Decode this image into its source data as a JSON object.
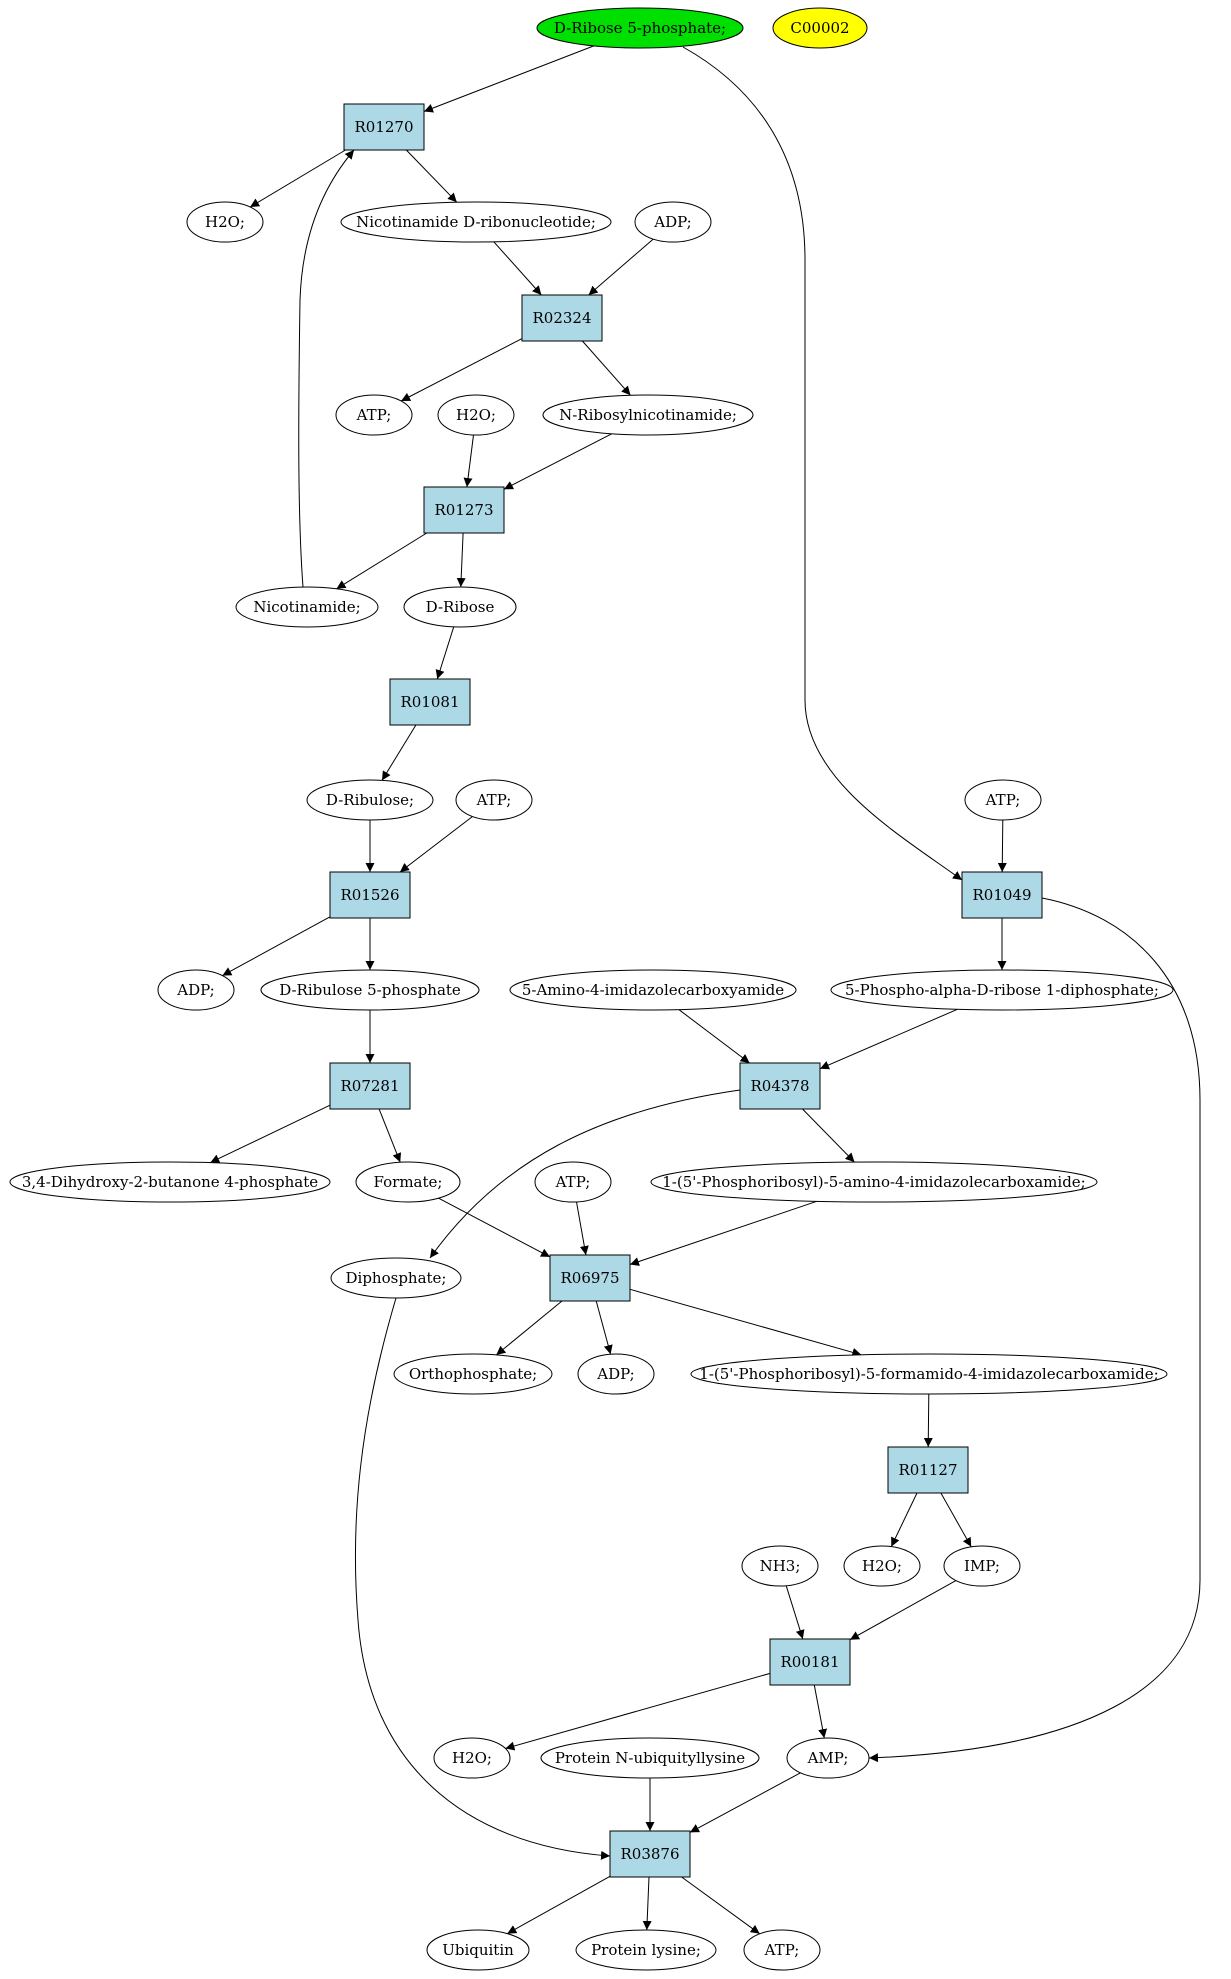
{
  "colors": {
    "compound": "#ffffff",
    "reaction": "#add8e6",
    "start": "#00e000",
    "highlight": "#ffff00"
  },
  "diagram": {
    "nodes": [
      {
        "id": "c_r5p",
        "label": "D-Ribose 5-phosphate;",
        "kind": "compound",
        "fill": "start"
      },
      {
        "id": "c_c00002",
        "label": "C00002",
        "kind": "compound",
        "fill": "highlight"
      },
      {
        "id": "r01270",
        "label": "R01270",
        "kind": "reaction"
      },
      {
        "id": "c_h2o_1",
        "label": "H2O;",
        "kind": "compound"
      },
      {
        "id": "c_nmn",
        "label": "Nicotinamide D-ribonucleotide;",
        "kind": "compound"
      },
      {
        "id": "c_adp_1",
        "label": "ADP;",
        "kind": "compound"
      },
      {
        "id": "r02324",
        "label": "R02324",
        "kind": "reaction"
      },
      {
        "id": "c_atp_1",
        "label": "ATP;",
        "kind": "compound"
      },
      {
        "id": "c_h2o_2",
        "label": "H2O;",
        "kind": "compound"
      },
      {
        "id": "c_nrn",
        "label": "N-Ribosylnicotinamide;",
        "kind": "compound"
      },
      {
        "id": "r01273",
        "label": "R01273",
        "kind": "reaction"
      },
      {
        "id": "c_nam",
        "label": "Nicotinamide;",
        "kind": "compound"
      },
      {
        "id": "c_drib",
        "label": "D-Ribose",
        "kind": "compound"
      },
      {
        "id": "r01081",
        "label": "R01081",
        "kind": "reaction"
      },
      {
        "id": "c_dribulose",
        "label": "D-Ribulose;",
        "kind": "compound"
      },
      {
        "id": "c_atp_2",
        "label": "ATP;",
        "kind": "compound"
      },
      {
        "id": "c_atp_3",
        "label": "ATP;",
        "kind": "compound"
      },
      {
        "id": "r01526",
        "label": "R01526",
        "kind": "reaction"
      },
      {
        "id": "r01049",
        "label": "R01049",
        "kind": "reaction"
      },
      {
        "id": "c_adp_2",
        "label": "ADP;",
        "kind": "compound"
      },
      {
        "id": "c_ru5p",
        "label": "D-Ribulose 5-phosphate",
        "kind": "compound"
      },
      {
        "id": "c_aica",
        "label": "5-Amino-4-imidazolecarboxyamide",
        "kind": "compound"
      },
      {
        "id": "c_prpp",
        "label": "5-Phospho-alpha-D-ribose 1-diphosphate;",
        "kind": "compound"
      },
      {
        "id": "r07281",
        "label": "R07281",
        "kind": "reaction"
      },
      {
        "id": "r04378",
        "label": "R04378",
        "kind": "reaction"
      },
      {
        "id": "c_dhbp",
        "label": "3,4-Dihydroxy-2-butanone 4-phosphate",
        "kind": "compound"
      },
      {
        "id": "c_formate",
        "label": "Formate;",
        "kind": "compound"
      },
      {
        "id": "c_atp_4",
        "label": "ATP;",
        "kind": "compound"
      },
      {
        "id": "c_aicar",
        "label": "1-(5'-Phosphoribosyl)-5-amino-4-imidazolecarboxamide;",
        "kind": "compound"
      },
      {
        "id": "c_ppi",
        "label": "Diphosphate;",
        "kind": "compound"
      },
      {
        "id": "r06975",
        "label": "R06975",
        "kind": "reaction"
      },
      {
        "id": "c_pi",
        "label": "Orthophosphate;",
        "kind": "compound"
      },
      {
        "id": "c_adp_3",
        "label": "ADP;",
        "kind": "compound"
      },
      {
        "id": "c_faicar",
        "label": "1-(5'-Phosphoribosyl)-5-formamido-4-imidazolecarboxamide;",
        "kind": "compound"
      },
      {
        "id": "r01127",
        "label": "R01127",
        "kind": "reaction"
      },
      {
        "id": "c_nh3",
        "label": "NH3;",
        "kind": "compound"
      },
      {
        "id": "c_h2o_3",
        "label": "H2O;",
        "kind": "compound"
      },
      {
        "id": "c_imp",
        "label": "IMP;",
        "kind": "compound"
      },
      {
        "id": "r00181",
        "label": "R00181",
        "kind": "reaction"
      },
      {
        "id": "c_h2o_4",
        "label": "H2O;",
        "kind": "compound"
      },
      {
        "id": "c_pnul",
        "label": "Protein N-ubiquityllysine",
        "kind": "compound"
      },
      {
        "id": "c_amp",
        "label": "AMP;",
        "kind": "compound"
      },
      {
        "id": "r03876",
        "label": "R03876",
        "kind": "reaction"
      },
      {
        "id": "c_ub",
        "label": "Ubiquitin",
        "kind": "compound"
      },
      {
        "id": "c_plys",
        "label": "Protein lysine;",
        "kind": "compound"
      },
      {
        "id": "c_atp_5",
        "label": "ATP;",
        "kind": "compound"
      }
    ],
    "edges": [
      [
        "c_r5p",
        "r01270"
      ],
      [
        "r01270",
        "c_h2o_1"
      ],
      [
        "r01270",
        "c_nmn"
      ],
      [
        "c_nmn",
        "r02324"
      ],
      [
        "c_adp_1",
        "r02324"
      ],
      [
        "r02324",
        "c_atp_1"
      ],
      [
        "r02324",
        "c_nrn"
      ],
      [
        "c_h2o_2",
        "r01273"
      ],
      [
        "c_nrn",
        "r01273"
      ],
      [
        "r01273",
        "c_nam"
      ],
      [
        "r01273",
        "c_drib"
      ],
      [
        "c_nam",
        "r01270"
      ],
      [
        "c_drib",
        "r01081"
      ],
      [
        "r01081",
        "c_dribulose"
      ],
      [
        "c_dribulose",
        "r01526"
      ],
      [
        "c_atp_2",
        "r01526"
      ],
      [
        "r01526",
        "c_adp_2"
      ],
      [
        "r01526",
        "c_ru5p"
      ],
      [
        "c_r5p",
        "r01049"
      ],
      [
        "c_atp_3",
        "r01049"
      ],
      [
        "r01049",
        "c_prpp"
      ],
      [
        "r01049",
        "c_amp"
      ],
      [
        "c_ru5p",
        "r07281"
      ],
      [
        "r07281",
        "c_dhbp"
      ],
      [
        "r07281",
        "c_formate"
      ],
      [
        "c_aica",
        "r04378"
      ],
      [
        "c_prpp",
        "r04378"
      ],
      [
        "r04378",
        "c_aicar"
      ],
      [
        "r04378",
        "c_ppi"
      ],
      [
        "c_formate",
        "r06975"
      ],
      [
        "c_atp_4",
        "r06975"
      ],
      [
        "c_aicar",
        "r06975"
      ],
      [
        "r06975",
        "c_pi"
      ],
      [
        "r06975",
        "c_adp_3"
      ],
      [
        "r06975",
        "c_faicar"
      ],
      [
        "c_faicar",
        "r01127"
      ],
      [
        "r01127",
        "c_h2o_3"
      ],
      [
        "r01127",
        "c_imp"
      ],
      [
        "c_nh3",
        "r00181"
      ],
      [
        "c_imp",
        "r00181"
      ],
      [
        "r00181",
        "c_h2o_4"
      ],
      [
        "r00181",
        "c_amp"
      ],
      [
        "c_pnul",
        "r03876"
      ],
      [
        "c_amp",
        "r03876"
      ],
      [
        "c_ppi",
        "r03876"
      ],
      [
        "r03876",
        "c_ub"
      ],
      [
        "r03876",
        "c_plys"
      ],
      [
        "r03876",
        "c_atp_5"
      ]
    ]
  }
}
